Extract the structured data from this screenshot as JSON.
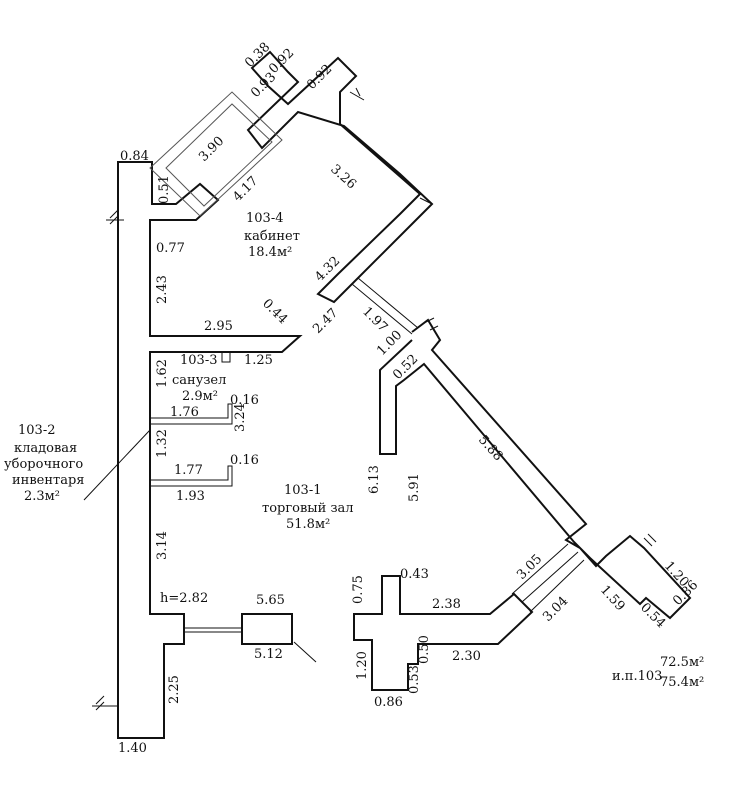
{
  "rooms": {
    "r1034": {
      "id": "103-4",
      "name": "кабинет",
      "area": "18.4м²"
    },
    "r1033": {
      "id": "103-3",
      "name": "санузел",
      "area": "2.9м²"
    },
    "r1032": {
      "id": "103-2",
      "name1": "кладовая",
      "name2": "уборочного",
      "name3": "инвентаря",
      "area": "2.3м²"
    },
    "r1031": {
      "id": "103-1",
      "name": "торговый зал",
      "area": "51.8м²"
    }
  },
  "height_label": "h=2.82",
  "totals": {
    "label": "и.п.103",
    "area1": "72.5м²",
    "area2": "75.4м²"
  },
  "dims": {
    "d038": "0.38",
    "d092a": "0.92",
    "d092b": "0.92",
    "d093": "0.93",
    "d390": "3.90",
    "d084": "0.84",
    "d051": "0.51",
    "d417": "4.17",
    "d326": "3.26",
    "d077": "0.77",
    "d243": "2.43",
    "d432": "4.32",
    "d044": "0.44",
    "d295": "2.95",
    "d247": "2.47",
    "d197": "1.97",
    "d100": "1.00",
    "d052": "0.52",
    "d125": "1.25",
    "d162": "1.62",
    "d016a": "0.16",
    "d176": "1.76",
    "d324": "3.24",
    "d132": "1.32",
    "d016b": "0.16",
    "d177": "1.77",
    "d193": "1.93",
    "d588": "5.88",
    "d613": "6.13",
    "d591": "5.91",
    "d314": "3.14",
    "d305": "3.05",
    "d120a": "1.20",
    "d159": "1.59",
    "d304": "3.04",
    "d054": "0.54",
    "d086a": "0.86",
    "d075": "0.75",
    "d043": "0.43",
    "d238": "2.38",
    "d565": "5.65",
    "d512": "5.12",
    "d120b": "1.20",
    "d050": "0.50",
    "d230": "2.30",
    "d053": "0.53",
    "d086b": "0.86",
    "d225": "2.25",
    "d140": "1.40"
  }
}
